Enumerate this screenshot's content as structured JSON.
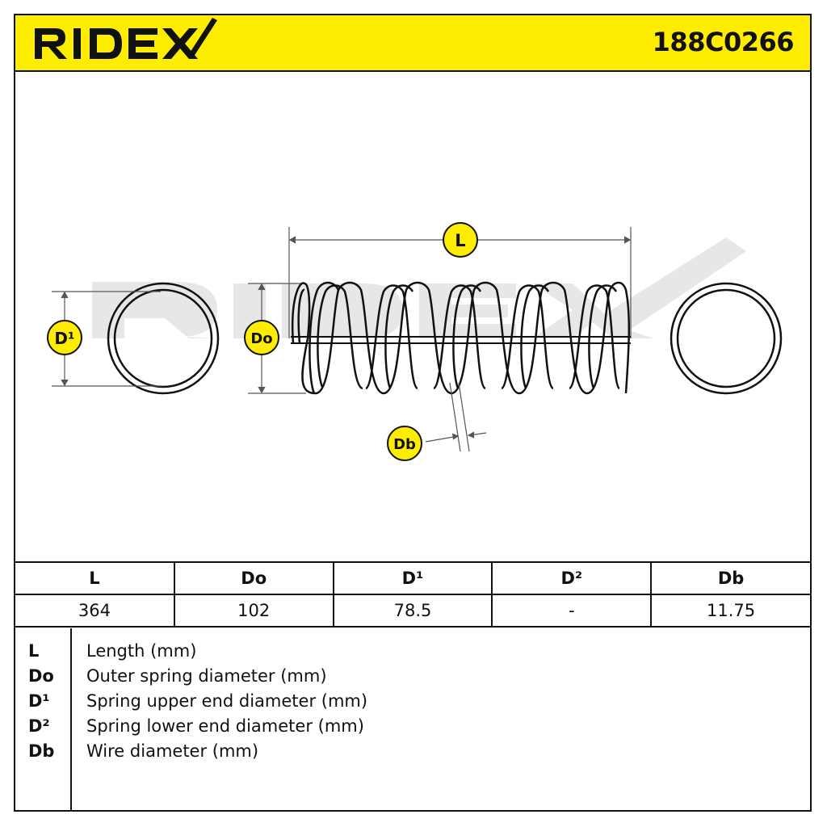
{
  "header": {
    "brand": "RIDEX",
    "part_number": "188C0266"
  },
  "colors": {
    "accent": "#ffed00",
    "line": "#111111",
    "watermark": "#e6e6e6"
  },
  "diagram": {
    "labels": {
      "length": "L",
      "outer_diameter": "Do",
      "upper_end_diameter": "D¹",
      "wire_diameter": "Db"
    },
    "watermark": "RIDEX"
  },
  "specs": {
    "headers": [
      "L",
      "Do",
      "D¹",
      "D²",
      "Db"
    ],
    "values": [
      "364",
      "102",
      "78.5",
      "-",
      "11.75"
    ]
  },
  "legend": [
    {
      "abbr": "L",
      "text": "Length (mm)"
    },
    {
      "abbr": "Do",
      "text": "Outer spring diameter (mm)"
    },
    {
      "abbr": "D¹",
      "text": "Spring upper end diameter (mm)"
    },
    {
      "abbr": "D²",
      "text": "Spring lower end diameter (mm)"
    },
    {
      "abbr": "Db",
      "text": "Wire diameter (mm)"
    }
  ]
}
